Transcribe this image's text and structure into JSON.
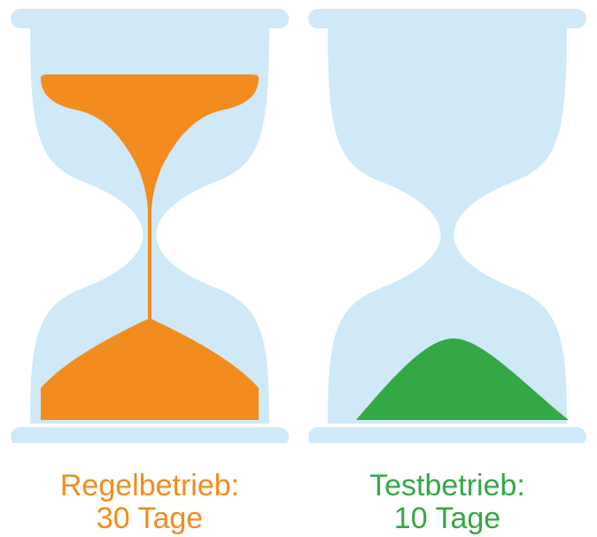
{
  "colors": {
    "glass": "#cfe9f8",
    "regular": "#f28c1f",
    "test": "#35a846"
  },
  "items": [
    {
      "line1": "Regelbetrieb:",
      "line2": "30 Tage",
      "sand_color": "#f28c1f",
      "state": "running"
    },
    {
      "line1": "Testbetrieb:",
      "line2": "10 Tage",
      "sand_color": "#35a846",
      "state": "finished"
    }
  ]
}
